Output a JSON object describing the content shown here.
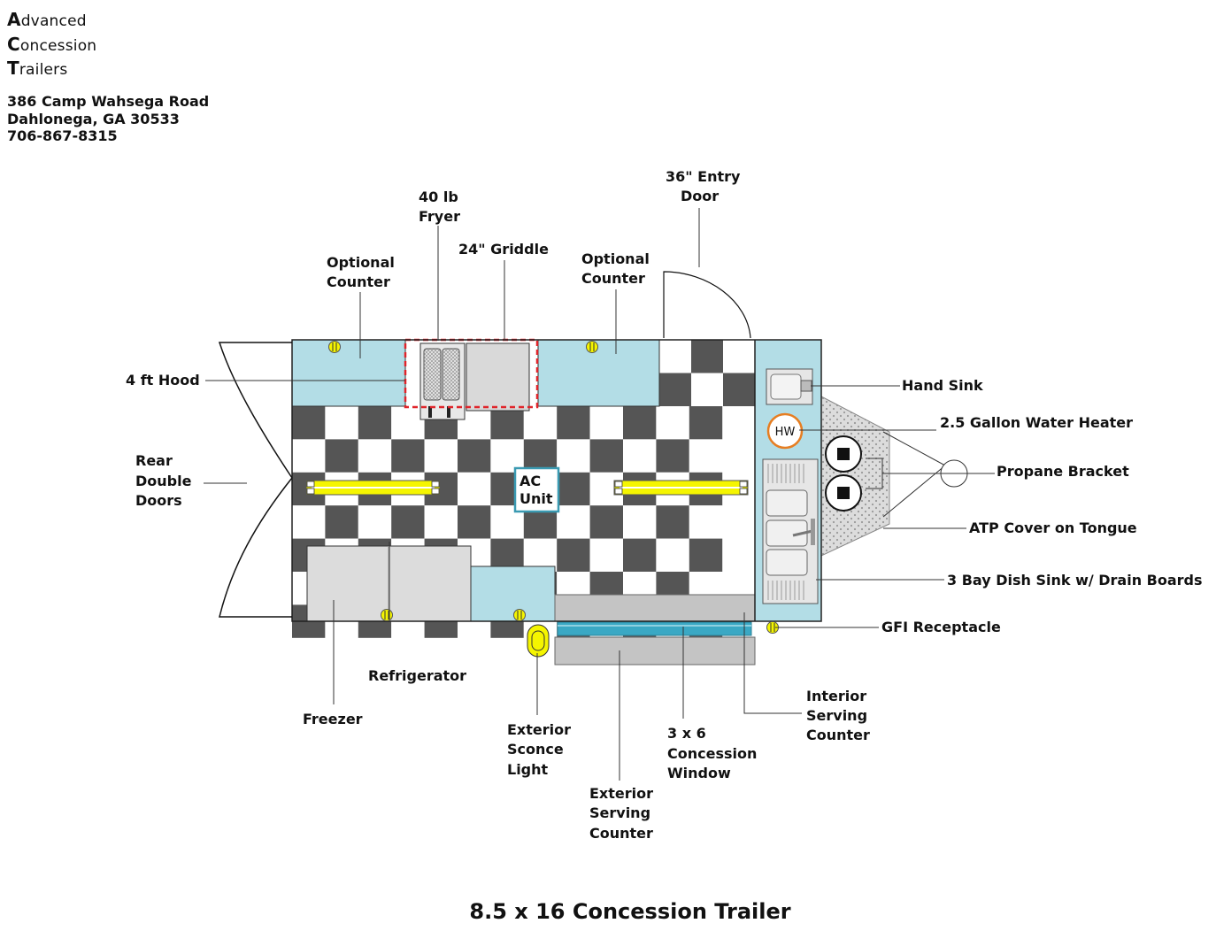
{
  "company": {
    "line1_initial": "A",
    "line1_rest": "dvanced",
    "line2_initial": "C",
    "line2_rest": "oncession",
    "line3_initial": "T",
    "line3_rest": "railers"
  },
  "address": {
    "street": "386 Camp Wahsega Road",
    "city": "Dahlonega, GA 30533",
    "phone": "706-867-8315"
  },
  "equipment_labels": {
    "fryer": [
      "40 lb",
      "Fryer"
    ],
    "griddle": "24\" Griddle",
    "entry_door": [
      "36\" Entry",
      "Door"
    ],
    "optional_counter_left": [
      "Optional",
      "Counter"
    ],
    "optional_counter_right": [
      "Optional",
      "Counter"
    ],
    "hood": "4 ft Hood",
    "rear_doors": [
      "Rear",
      "Double",
      "Doors"
    ],
    "hand_sink": "Hand Sink",
    "water_heater": "2.5 Gallon Water Heater",
    "propane_bracket": "Propane Bracket",
    "atp_cover": "ATP Cover on Tongue",
    "dish_sink": "3 Bay Dish Sink w/ Drain Boards",
    "gfi": "GFI Receptacle",
    "refrigerator": "Refrigerator",
    "freezer": "Freezer",
    "sconce": [
      "Exterior",
      "Sconce",
      "Light"
    ],
    "window": [
      "3 x 6",
      "Concession",
      "Window"
    ],
    "interior_counter": [
      "Interior",
      "Serving",
      "Counter"
    ],
    "exterior_counter": [
      "Exterior",
      "Serving",
      "Counter"
    ],
    "ac_unit": [
      "AC",
      "Unit"
    ],
    "hw_badge": "HW"
  },
  "title": "8.5 x 16 Concession Trailer",
  "colors": {
    "counter": "#b3dde6",
    "tile_dark": "#555555",
    "tile_light": "#ffffff",
    "hood_dashed": "#e0242a",
    "light_yellow": "#f5f500",
    "window_blue": "#3aa8c4",
    "ac_border": "#3a9ab2",
    "hw_border": "#e67e22",
    "steel": "#d9d9d9"
  }
}
